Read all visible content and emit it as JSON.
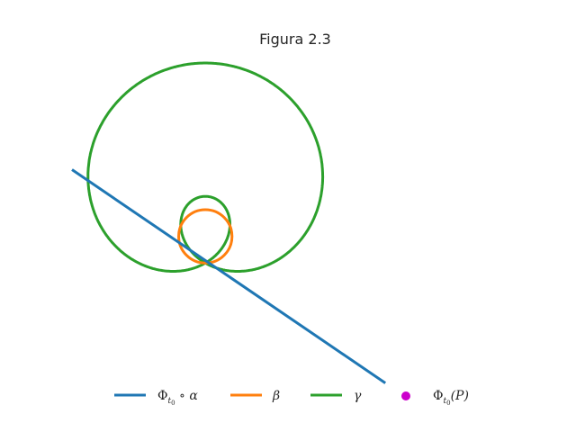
{
  "chart_data": {
    "type": "line",
    "title": "Figura 2.3",
    "axes_visible": false,
    "grid": false,
    "legend_placement": "bottom",
    "xlim": [
      -1.0,
      1.35
    ],
    "ylim": [
      -0.95,
      1.5
    ],
    "series": [
      {
        "name": "Φt0 ∘ α",
        "color": "#1f77b4",
        "x": [
          -1.0,
          1.35
        ],
        "y": [
          0.7,
          -0.9
        ]
      },
      {
        "name": "β",
        "color": "#ff7f0e",
        "circle": {
          "center": [
            0.0,
            0.2
          ],
          "radius": 0.2
        }
      },
      {
        "name": "γ",
        "color": "#2ca02c",
        "curve": "cardioid",
        "cusp": [
          0.0,
          0.0
        ]
      },
      {
        "name": "Φt0(P)",
        "color": "#cc00cc",
        "marker": "point"
      }
    ]
  },
  "legend": {
    "item0": "Φ",
    "item0_sub": "t",
    "item0_subsub": "0",
    "item0_rest": " ∘ α",
    "item1": "β",
    "item2": "γ",
    "item3": "Φ",
    "item3_sub": "t",
    "item3_subsub": "0",
    "item3_rest": "(P)"
  }
}
